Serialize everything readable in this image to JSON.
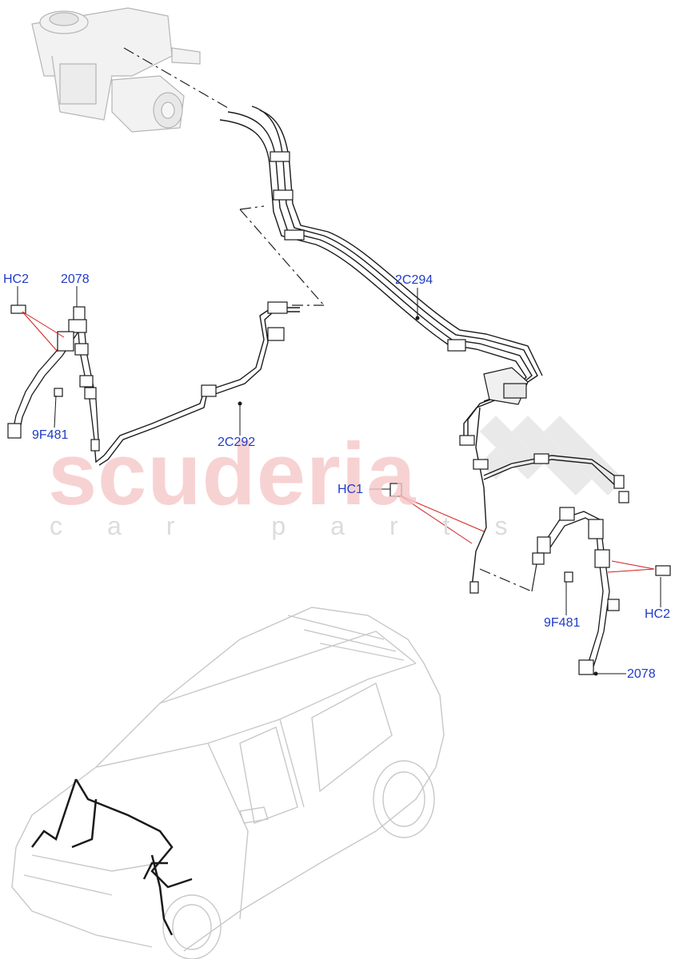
{
  "watermark": {
    "main": "scuderia",
    "sub": "car parts"
  },
  "callouts": {
    "hc2_left": "HC2",
    "p2078_left": "2078",
    "p9f481_left": "9F481",
    "p2c292": "2C292",
    "p2c294": "2C294",
    "hc1": "HC1",
    "p9f481_right": "9F481",
    "hc2_right": "HC2",
    "p2078_right": "2078"
  },
  "colors": {
    "callout_text": "#1f3cc8",
    "leader_line": "#d21e1e",
    "line_art": "#1a1a1a",
    "ghost_art": "#c8c8c8",
    "watermark_red": "#f6c7c7",
    "checker": "#e6e6e6"
  }
}
